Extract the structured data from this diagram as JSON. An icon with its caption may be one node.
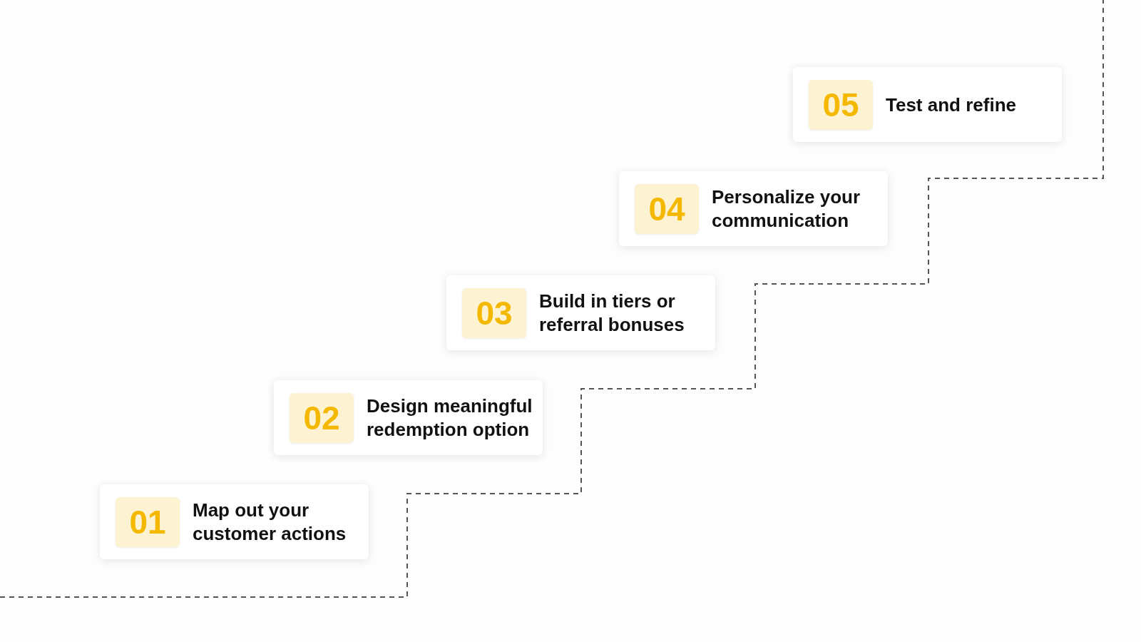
{
  "diagram": {
    "nodes": [
      {
        "text": [
          "Map out your customer actions"
        ]
      },
      {
        "text": [
          "01"
        ],
        "in": 0
      },
      {
        "text": [
          "Design meaningful redemption option"
        ]
      },
      {
        "text": [
          "02"
        ],
        "in": 2
      },
      {
        "text": [
          "Build in tiers or referral bonuses"
        ]
      },
      {
        "text": [
          "03"
        ],
        "in": 4
      },
      {
        "text": [
          "Personalize your communication"
        ]
      },
      {
        "text": [
          "04"
        ],
        "in": 6
      },
      {
        "text": [
          "Test and refine"
        ]
      },
      {
        "text": [
          "05"
        ],
        "in": 8
      }
    ]
  }
}
